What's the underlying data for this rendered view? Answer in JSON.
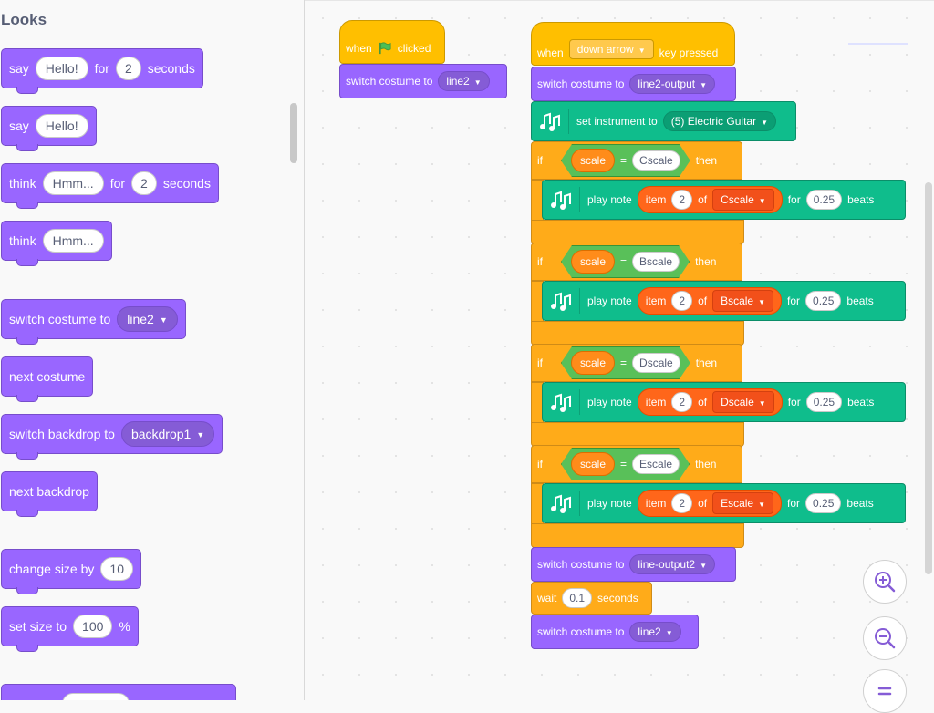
{
  "palette": {
    "category": "Looks",
    "say_timed": {
      "say": "say",
      "message": "Hello!",
      "for": "for",
      "secs": "2",
      "seconds": "seconds"
    },
    "say": {
      "say": "say",
      "message": "Hello!"
    },
    "think_timed": {
      "think": "think",
      "message": "Hmm...",
      "for": "for",
      "secs": "2",
      "seconds": "seconds"
    },
    "think": {
      "think": "think",
      "message": "Hmm..."
    },
    "switch_costume": {
      "label": "switch costume to",
      "value": "line2"
    },
    "next_costume": "next costume",
    "switch_backdrop": {
      "label": "switch backdrop to",
      "value": "backdrop1"
    },
    "next_backdrop": "next backdrop",
    "change_size": {
      "label": "change size by",
      "value": "10"
    },
    "set_size": {
      "label": "set size to",
      "value": "100",
      "unit": "%"
    }
  },
  "script1": {
    "hat": {
      "when": "when",
      "clicked": "clicked"
    },
    "switch_costume": {
      "label": "switch costume to",
      "value": "line2"
    }
  },
  "script2": {
    "hat": {
      "when": "when",
      "key": "down arrow",
      "pressed": "key pressed"
    },
    "switch_costume_1": {
      "label": "switch costume to",
      "value": "line2-output"
    },
    "set_instrument": {
      "label": "set instrument to",
      "value": "(5) Electric Guitar"
    },
    "ifs": [
      {
        "if": "if",
        "var": "scale",
        "eq": "=",
        "compare": "Cscale",
        "then": "then",
        "play": "play note",
        "item": "item",
        "index": "2",
        "of": "of",
        "list": "Cscale",
        "for": "for",
        "beats_val": "0.25",
        "beats": "beats"
      },
      {
        "if": "if",
        "var": "scale",
        "eq": "=",
        "compare": "Bscale",
        "then": "then",
        "play": "play note",
        "item": "item",
        "index": "2",
        "of": "of",
        "list": "Bscale",
        "for": "for",
        "beats_val": "0.25",
        "beats": "beats"
      },
      {
        "if": "if",
        "var": "scale",
        "eq": "=",
        "compare": "Dscale",
        "then": "then",
        "play": "play note",
        "item": "item",
        "index": "2",
        "of": "of",
        "list": "Dscale",
        "for": "for",
        "beats_val": "0.25",
        "beats": "beats"
      },
      {
        "if": "if",
        "var": "scale",
        "eq": "=",
        "compare": "Escale",
        "then": "then",
        "play": "play note",
        "item": "item",
        "index": "2",
        "of": "of",
        "list": "Escale",
        "for": "for",
        "beats_val": "0.25",
        "beats": "beats"
      }
    ],
    "switch_costume_2": {
      "label": "switch costume to",
      "value": "line-output2"
    },
    "wait": {
      "label": "wait",
      "value": "0.1",
      "unit": "seconds"
    },
    "switch_costume_3": {
      "label": "switch costume to",
      "value": "line2"
    }
  },
  "icons": {
    "zoom_in": "zoom-in-icon",
    "zoom_out": "zoom-out-icon",
    "reset": "equals-icon",
    "flag": "green-flag-icon",
    "music": "music-notes-icon"
  },
  "colors": {
    "looks": "#9966ff",
    "events": "#ffbf00",
    "control": "#ffab19",
    "music": "#0fbd8c",
    "operators": "#59c059",
    "variables": "#ff8c1a",
    "lists": "#ff661a"
  }
}
